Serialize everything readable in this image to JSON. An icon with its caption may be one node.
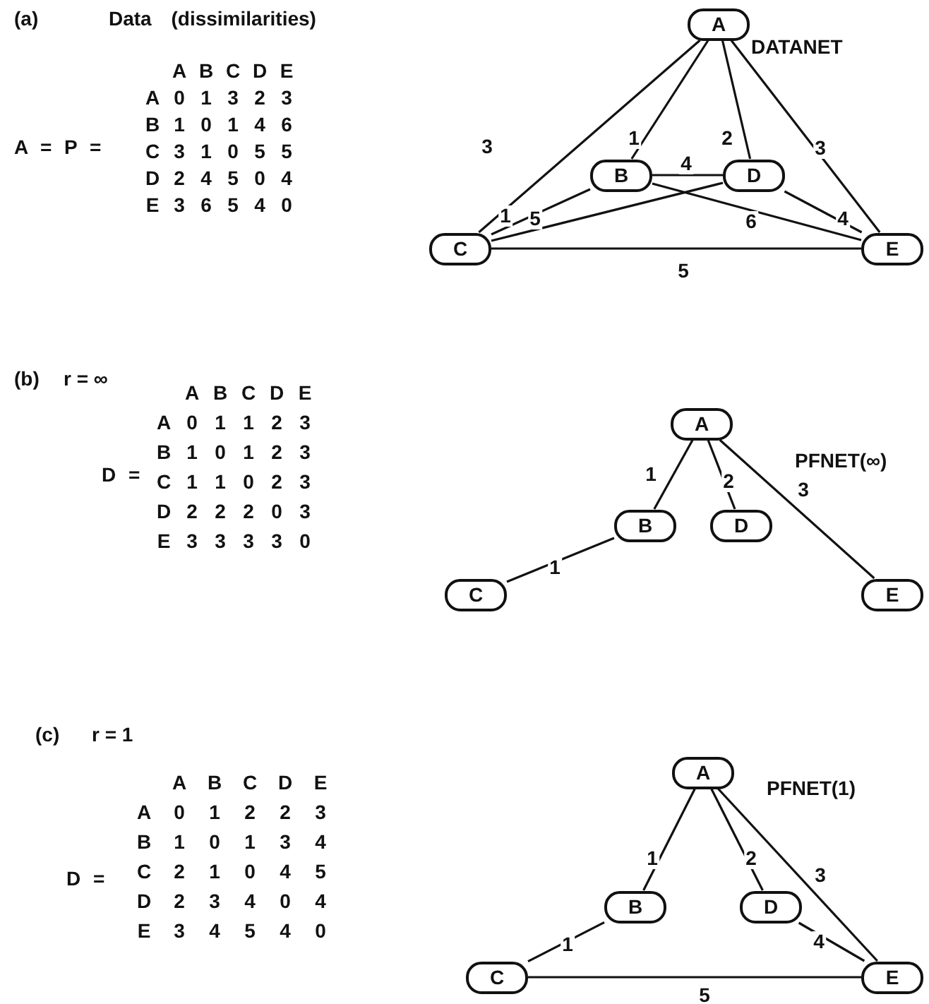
{
  "diagram": {
    "nodes": [
      {
        "text": [
          "A"
        ]
      },
      {
        "text": [
          "B"
        ]
      },
      {
        "text": [
          "D"
        ]
      },
      {
        "text": [
          "C"
        ]
      },
      {
        "text": [
          "E"
        ]
      },
      {
        "text": [
          "A"
        ]
      },
      {
        "text": [
          "B"
        ]
      },
      {
        "text": [
          "D"
        ]
      },
      {
        "text": [
          "C"
        ]
      },
      {
        "text": [
          "E"
        ]
      },
      {
        "text": [
          "A"
        ]
      },
      {
        "text": [
          "B"
        ]
      },
      {
        "text": [
          "D"
        ]
      },
      {
        "text": [
          "C"
        ]
      },
      {
        "text": [
          "E"
        ]
      }
    ],
    "edges": [
      {
        "from": 0,
        "to": 3,
        "arrow": "none",
        "label": "3"
      },
      {
        "from": 0,
        "to": 1,
        "arrow": "none",
        "label": "1"
      },
      {
        "from": 0,
        "to": 2,
        "arrow": "none",
        "label": "2"
      },
      {
        "from": 0,
        "to": 4,
        "arrow": "none",
        "label": "3"
      },
      {
        "from": 1,
        "to": 2,
        "arrow": "none",
        "label": "4"
      },
      {
        "from": 1,
        "to": 3,
        "arrow": "none",
        "label": "1"
      },
      {
        "from": 3,
        "to": 2,
        "arrow": "none",
        "label": "5"
      },
      {
        "from": 1,
        "to": 4,
        "arrow": "none",
        "label": "6"
      },
      {
        "from": 2,
        "to": 4,
        "arrow": "none",
        "label": "4"
      },
      {
        "from": 3,
        "to": 4,
        "arrow": "none",
        "label": "5"
      },
      {
        "from": 5,
        "to": 6,
        "arrow": "none",
        "label": "1"
      },
      {
        "from": 5,
        "to": 7,
        "arrow": "none",
        "label": "2"
      },
      {
        "from": 5,
        "to": 9,
        "arrow": "none",
        "label": "3"
      },
      {
        "from": 6,
        "to": 8,
        "arrow": "none",
        "label": "1"
      },
      {
        "from": 10,
        "to": 11,
        "arrow": "none",
        "label": "1"
      },
      {
        "from": 10,
        "to": 12,
        "arrow": "none",
        "label": "2"
      },
      {
        "from": 10,
        "to": 14,
        "arrow": "none",
        "label": "3"
      },
      {
        "from": 11,
        "to": 13,
        "arrow": "none",
        "label": "1"
      },
      {
        "from": 12,
        "to": 14,
        "arrow": "none",
        "label": "4"
      },
      {
        "from": 13,
        "to": 14,
        "arrow": "none",
        "label": "5"
      }
    ],
    "labels": [
      "(a)",
      "Data (dissimilarities)",
      "A = P =",
      "A",
      "B",
      "C",
      "D",
      "E",
      "A",
      "0",
      "1",
      "3",
      "2",
      "3",
      "B",
      "1",
      "0",
      "1",
      "4",
      "6",
      "C",
      "3",
      "1",
      "0",
      "5",
      "5",
      "D",
      "2",
      "4",
      "5",
      "0",
      "4",
      "E",
      "3",
      "6",
      "5",
      "4",
      "0",
      "DATANET",
      "(b)",
      "r = ∞",
      "D =",
      "A",
      "B",
      "C",
      "D",
      "E",
      "A",
      "0",
      "1",
      "1",
      "2",
      "3",
      "B",
      "1",
      "0",
      "1",
      "2",
      "3",
      "C",
      "1",
      "1",
      "0",
      "2",
      "3",
      "D",
      "2",
      "2",
      "2",
      "0",
      "3",
      "E",
      "3",
      "3",
      "3",
      "3",
      "0",
      "PFNET(∞)",
      "(c)",
      "r = 1",
      "D =",
      "A",
      "B",
      "C",
      "D",
      "E",
      "A",
      "0",
      "1",
      "2",
      "2",
      "3",
      "B",
      "1",
      "0",
      "1",
      "3",
      "4",
      "C",
      "2",
      "1",
      "0",
      "4",
      "5",
      "D",
      "2",
      "3",
      "4",
      "0",
      "4",
      "E",
      "3",
      "4",
      "5",
      "4",
      "0",
      "PFNET(1)"
    ]
  }
}
